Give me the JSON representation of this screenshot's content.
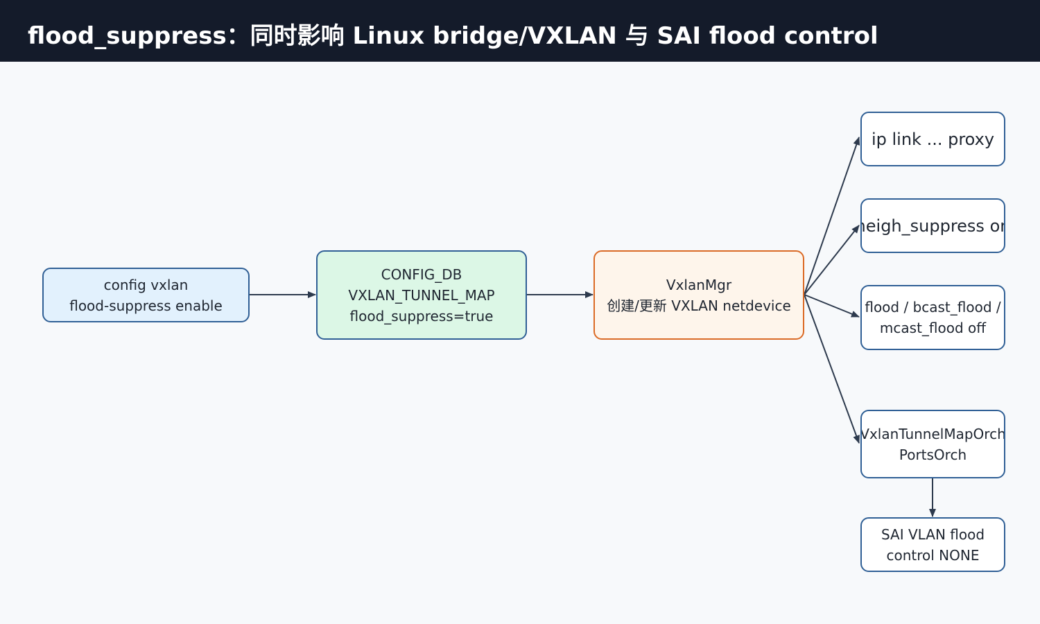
{
  "header": {
    "title": "flood_suppress：同时影响 Linux bridge/VXLAN 与 SAI flood control"
  },
  "nodes": {
    "cli": {
      "line1": "config vxlan",
      "line2": "flood-suppress enable"
    },
    "config_db": {
      "line1": "CONFIG_DB",
      "line2": "VXLAN_TUNNEL_MAP",
      "line3": "flood_suppress=true"
    },
    "vxlan_mgr": {
      "line1": "VxlanMgr",
      "line2": "创建/更新 VXLAN netdevice"
    },
    "proxy": {
      "line1": "ip link ... proxy"
    },
    "neigh_suppress": {
      "line1": "neigh_suppress on"
    },
    "flood_off": {
      "line1": "flood / bcast_flood /",
      "line2": "mcast_flood off"
    },
    "orch": {
      "line1": "VxlanTunnelMapOrch",
      "line2": "PortsOrch"
    },
    "sai": {
      "line1": "SAI VLAN flood",
      "line2": "control NONE"
    }
  },
  "colors": {
    "header_bg": "#141b2a",
    "page_bg": "#f7f9fb",
    "edge": "#2d3a4d",
    "cli_fill": "#e2f1fd",
    "db_fill": "#dcf7e6",
    "mgr_fill": "#fef5eb",
    "mgr_border": "#db6a25",
    "node_border": "#2f5f95"
  }
}
